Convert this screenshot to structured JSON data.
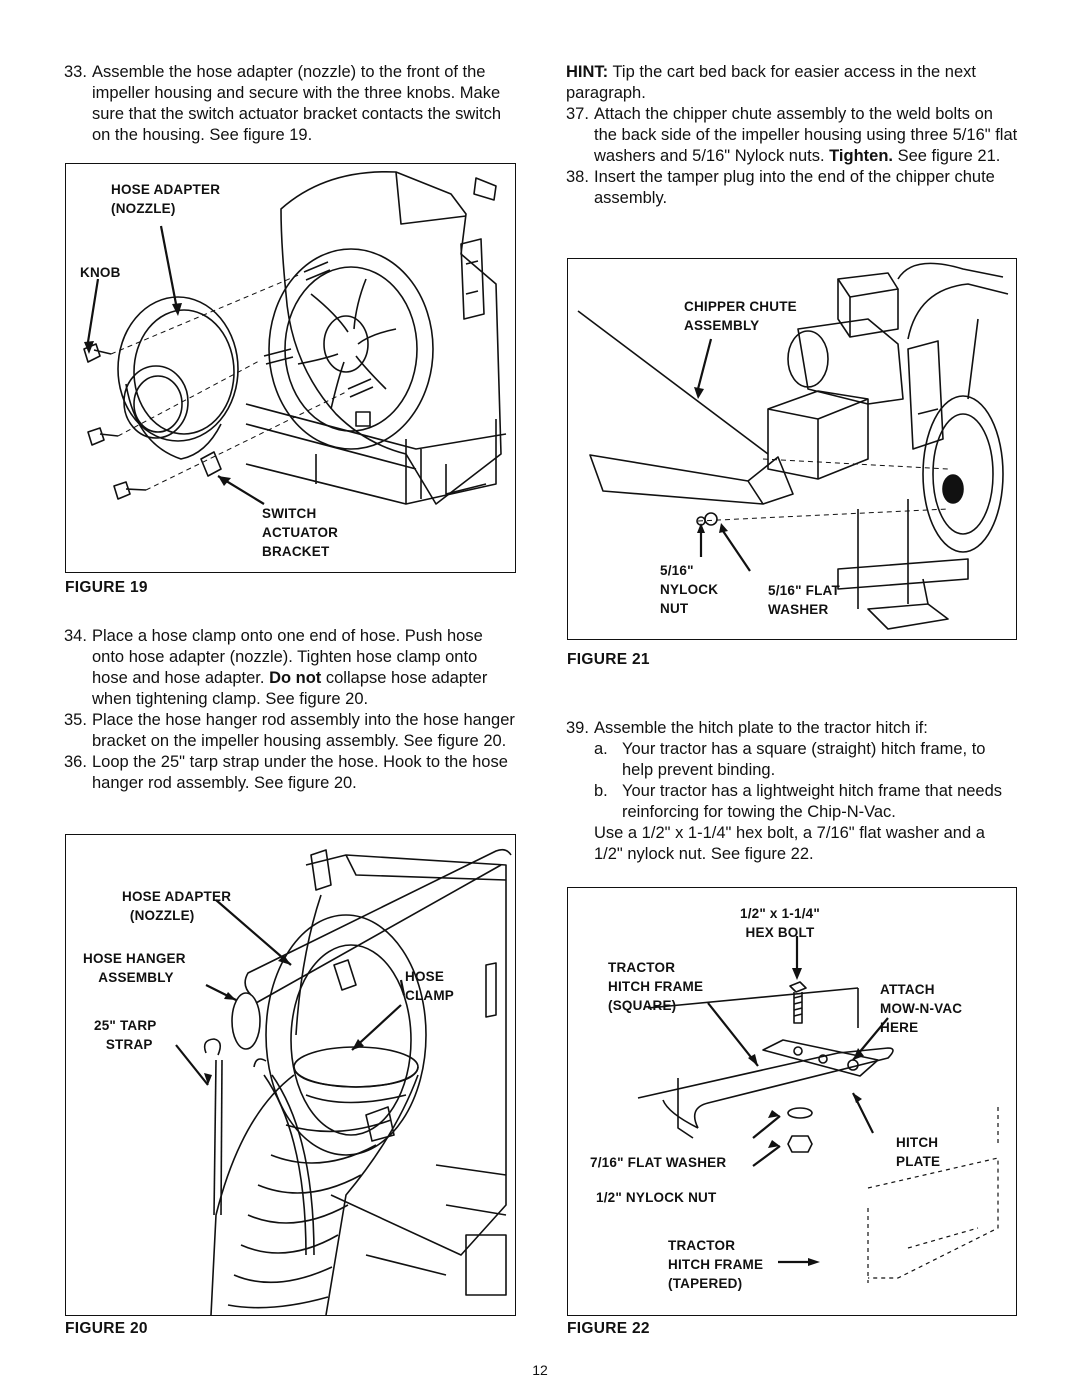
{
  "left_column": {
    "step33": {
      "num": "33.",
      "text": "Assemble the hose adapter (nozzle) to the front of the impeller housing and secure with the three knobs. Make sure that the switch actuator bracket contacts the switch on the housing. See figure 19."
    },
    "step34": {
      "num": "34.",
      "text_a": "Place a hose clamp onto one end of hose. Push hose onto hose adapter (nozzle). Tighten hose clamp onto hose and hose adapter. ",
      "bold": "Do not",
      "text_b": " collapse hose adapter when tightening clamp. See figure 20."
    },
    "step35": {
      "num": "35.",
      "text": "Place the hose hanger rod assembly into the hose hanger bracket on the impeller housing assembly. See figure 20."
    },
    "step36": {
      "num": "36.",
      "text": "Loop the 25\" tarp strap under the hose. Hook to the hose hanger rod assembly.  See figure 20."
    }
  },
  "right_column": {
    "hint": {
      "bold": "HINT:",
      "text": " Tip the cart bed back for easier access in the next paragraph."
    },
    "step37": {
      "num": "37.",
      "text_a": "Attach the chipper chute assembly to the weld bolts on the back side of the impeller housing using three 5/16\" flat washers and 5/16\" Nylock nuts. ",
      "bold": "Tighten.",
      "text_b": " See figure 21."
    },
    "step38": {
      "num": "38.",
      "text": "Insert the tamper plug into the end of the chipper chute assembly."
    },
    "step39": {
      "num": "39.",
      "text": "Assemble the hitch plate to the tractor hitch if:"
    },
    "step39a": {
      "num": "a.",
      "text": "Your tractor has a square (straight) hitch frame, to help prevent binding."
    },
    "step39b": {
      "num": "b.",
      "text": "Your tractor has a lightweight hitch frame that needs reinforcing for towing the Chip-N-Vac."
    },
    "step39c": {
      "text": "Use a 1/2\" x 1-1/4\" hex bolt, a 7/16\" flat washer and a 1/2\" nylock nut. See figure 22."
    }
  },
  "figure19": {
    "caption": "FIGURE 19",
    "labels": {
      "hose_adapter": "HOSE ADAPTER\n(NOZZLE)",
      "knob": "KNOB",
      "switch": "SWITCH\nACTUATOR\nBRACKET"
    }
  },
  "figure20": {
    "caption": "FIGURE 20",
    "labels": {
      "hose_adapter": "HOSE ADAPTER\n  (NOZZLE)",
      "hose_hanger": "HOSE HANGER\n    ASSEMBLY",
      "tarp": "25\" TARP\n   STRAP",
      "hose_clamp": "HOSE\nCLAMP"
    }
  },
  "figure21": {
    "caption": "FIGURE 21",
    "labels": {
      "chute": "CHIPPER CHUTE\nASSEMBLY",
      "nut": "5/16\"\nNYLOCK\nNUT",
      "washer": "5/16\" FLAT\nWASHER"
    }
  },
  "figure22": {
    "caption": "FIGURE 22",
    "labels": {
      "bolt": "1/2\" x 1-1/4\"\nHEX BOLT",
      "square": "TRACTOR\nHITCH FRAME\n(SQUARE)",
      "attach": "ATTACH\nMOW-N-VAC\nHERE",
      "hitch_plate": "HITCH\nPLATE",
      "washer": "7/16\" FLAT WASHER",
      "nut": "1/2\" NYLOCK NUT",
      "tapered": "TRACTOR\nHITCH FRAME\n(TAPERED)"
    }
  },
  "page_number": "12"
}
